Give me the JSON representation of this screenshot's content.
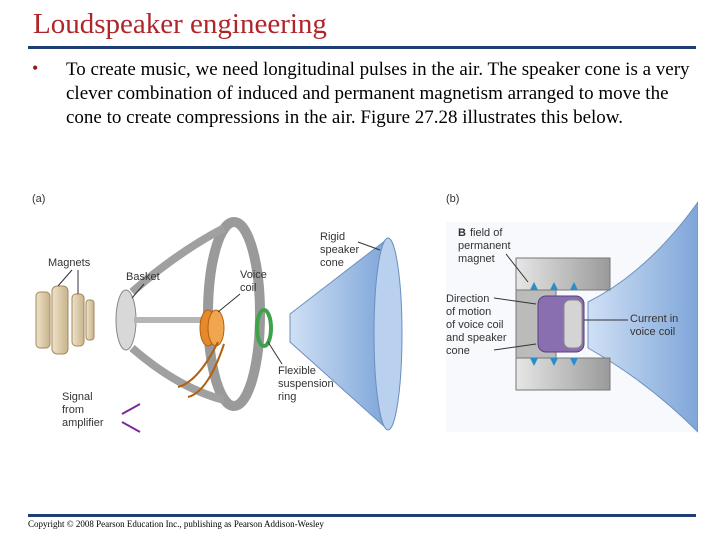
{
  "slide": {
    "title": "Loudspeaker engineering",
    "bullet_marker": "•",
    "bullet_text": "To create music, we need longitudinal pulses in the air. The speaker cone is a very clever combination of induced and permanent magnetism arranged to move the cone to create compressions in the air. Figure 27.28 illustrates this below.",
    "copyright": "Copyright © 2008 Pearson Education Inc., publishing as Pearson Addison-Wesley"
  },
  "figure": {
    "panel_a": {
      "label": "(a)",
      "magnets": "Magnets",
      "basket": "Basket",
      "voice_coil_1": "Voice",
      "voice_coil_2": "coil",
      "rigid_1": "Rigid",
      "rigid_2": "speaker",
      "rigid_3": "cone",
      "flex_1": "Flexible",
      "flex_2": "suspension",
      "flex_3": "ring",
      "signal_1": "Signal",
      "signal_2": "from",
      "signal_3": "amplifier"
    },
    "panel_b": {
      "label": "(b)",
      "b_field_symbol": "B",
      "b_field_1": "field of",
      "b_field_2": "permanent",
      "b_field_3": "magnet",
      "dir_1": "Direction",
      "dir_2": "of motion",
      "dir_3": "of voice coil",
      "dir_4": "and speaker",
      "dir_5": "cone",
      "cur_1": "Current in",
      "cur_2": "voice coil"
    }
  }
}
